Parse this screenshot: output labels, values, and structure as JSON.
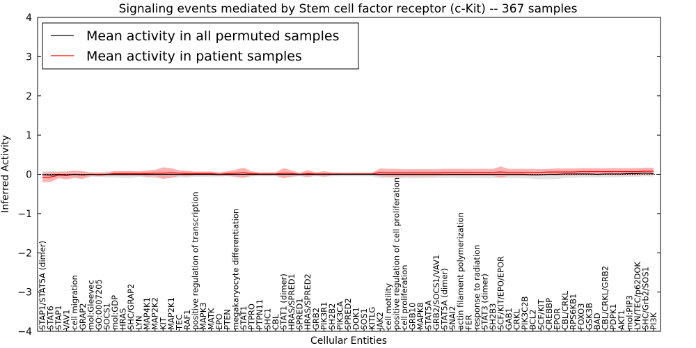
{
  "chart_data": {
    "type": "line",
    "title": "Signaling events mediated by Stem cell factor receptor (c-Kit) -- 367 samples",
    "xlabel": "Cellular Entities",
    "ylabel": "Inferred Activity",
    "ylim": [
      -4,
      4
    ],
    "yticks": [
      "4",
      "3",
      "2",
      "1",
      "0",
      "−1",
      "−2",
      "−3",
      "−4"
    ],
    "legend_position": "top-left",
    "colors": {
      "perm": "#000000",
      "patient": "#ff0000",
      "patient_band": "#ff9999",
      "perm_band": "#cccccc"
    },
    "categories": [
      "STAP1/STAT5A (dimer)",
      "STAT6",
      "STAP1",
      "VAV1",
      "cell migration",
      "GRAP2",
      "mol:Gleevec",
      "GO:0007205",
      "SOCS1",
      "mol:GDP",
      "HRAS",
      "SHC/GRAP2",
      "LYN",
      "MAP4K1",
      "MAP2K2",
      "KIT",
      "MAP2K1",
      "TEC",
      "RAF1",
      "positive regulation of transcription",
      "MAPK3",
      "MATK",
      "EPO",
      "PTEN",
      "megakaryocyte differentiation",
      "STAT1",
      "PTPRO",
      "PTPN11",
      "SHC1",
      "CBL",
      "STAT1 (dimer)",
      "HRAS/SPRED1",
      "SPRED1",
      "HRAS/SPRED2",
      "GRB2",
      "PIK3R1",
      "SH2B2",
      "PIK3CA",
      "SPRED2",
      "DOK1",
      "SOS1",
      "KITLG",
      "JAK2",
      "cell motility",
      "positive regulation of cell proliferation",
      "cell proliferation",
      "GRB10",
      "MAPK8",
      "STAT5A",
      "GRB2/SOCS1/VAV1",
      "STAT5A (dimer)",
      "SNAI2",
      "actin filament polymerization",
      "FER",
      "response to radiation",
      "STAT3 (dimer)",
      "SH2B3",
      "SCF/KIT/EPO/EPOR",
      "GAB1",
      "CRKL",
      "PIK3C2B",
      "BCL2",
      "SCF/KIT",
      "CREBBP",
      "EPOR",
      "CBL/CRKL",
      "RPS6KB1",
      "FOXO3",
      "GSK3B",
      "BAD",
      "CBL/CRKL/GRB2",
      "PDPK1",
      "AKT1",
      "mol:PIP3",
      "LYN/TEC/p62DOK",
      "SHC/Grb2/SOS1",
      "PI3K"
    ],
    "series": [
      {
        "name": "Mean activity in all permuted samples",
        "values": [
          -0.01,
          -0.02,
          0.0,
          -0.01,
          0.0,
          -0.01,
          0.0,
          -0.01,
          0.0,
          0.0,
          0.0,
          0.0,
          0.0,
          0.0,
          0.0,
          0.0,
          0.0,
          0.0,
          0.0,
          0.0,
          0.0,
          0.0,
          0.0,
          0.0,
          0.0,
          0.0,
          0.0,
          0.0,
          0.0,
          0.0,
          0.0,
          0.0,
          0.0,
          0.0,
          0.0,
          0.0,
          0.0,
          0.0,
          0.0,
          0.0,
          0.0,
          0.0,
          0.0,
          0.0,
          0.0,
          0.0,
          0.0,
          0.0,
          0.0,
          0.0,
          0.0,
          0.0,
          0.0,
          0.0,
          0.0,
          0.0,
          0.0,
          0.0,
          0.0,
          0.0,
          0.0,
          -0.01,
          -0.01,
          0.0,
          0.0,
          0.01,
          0.01,
          0.01,
          0.01,
          0.0,
          0.01,
          0.01,
          0.01,
          0.02,
          0.02,
          0.03,
          0.02
        ],
        "band": [
          0.09,
          0.1,
          0.08,
          0.09,
          0.08,
          0.08,
          0.05,
          0.05,
          0.08,
          0.08,
          0.09,
          0.09,
          0.06,
          0.08,
          0.1,
          0.1,
          0.1,
          0.08,
          0.08,
          0.06,
          0.06,
          0.06,
          0.05,
          0.05,
          0.06,
          0.08,
          0.05,
          0.05,
          0.05,
          0.05,
          0.08,
          0.06,
          0.05,
          0.06,
          0.05,
          0.06,
          0.05,
          0.05,
          0.05,
          0.05,
          0.05,
          0.05,
          0.1,
          0.09,
          0.1,
          0.1,
          0.1,
          0.1,
          0.1,
          0.09,
          0.1,
          0.09,
          0.1,
          0.1,
          0.09,
          0.1,
          0.1,
          0.1,
          0.1,
          0.1,
          0.1,
          0.1,
          0.12,
          0.12,
          0.12,
          0.1,
          0.1,
          0.09,
          0.08,
          0.08,
          0.08,
          0.08,
          0.08,
          0.08,
          0.08,
          0.08,
          0.08
        ]
      },
      {
        "name": "Mean activity in patient samples",
        "values": [
          -0.08,
          -0.07,
          -0.02,
          -0.03,
          0.0,
          -0.02,
          0.0,
          0.0,
          0.0,
          0.02,
          0.02,
          0.02,
          0.02,
          0.02,
          0.03,
          0.03,
          0.04,
          0.03,
          0.02,
          0.02,
          0.02,
          0.02,
          0.0,
          0.02,
          0.03,
          0.04,
          0.02,
          0.01,
          0.01,
          0.01,
          0.03,
          0.02,
          0.0,
          0.02,
          0.01,
          0.01,
          0.01,
          0.01,
          0.01,
          0.01,
          0.01,
          0.01,
          0.05,
          0.04,
          0.04,
          0.04,
          0.04,
          0.04,
          0.04,
          0.04,
          0.05,
          0.05,
          0.05,
          0.05,
          0.05,
          0.05,
          0.05,
          0.06,
          0.05,
          0.05,
          0.05,
          0.05,
          0.05,
          0.06,
          0.06,
          0.06,
          0.06,
          0.07,
          0.07,
          0.07,
          0.07,
          0.07,
          0.07,
          0.07,
          0.07,
          0.08,
          0.08
        ],
        "band": [
          0.12,
          0.13,
          0.08,
          0.1,
          0.09,
          0.1,
          0.05,
          0.05,
          0.04,
          0.06,
          0.06,
          0.06,
          0.06,
          0.08,
          0.08,
          0.15,
          0.12,
          0.07,
          0.07,
          0.05,
          0.05,
          0.05,
          0.05,
          0.06,
          0.09,
          0.13,
          0.06,
          0.04,
          0.04,
          0.04,
          0.13,
          0.08,
          0.04,
          0.09,
          0.04,
          0.07,
          0.04,
          0.03,
          0.03,
          0.03,
          0.03,
          0.03,
          0.1,
          0.1,
          0.1,
          0.09,
          0.09,
          0.09,
          0.09,
          0.09,
          0.09,
          0.09,
          0.09,
          0.09,
          0.09,
          0.09,
          0.09,
          0.14,
          0.09,
          0.09,
          0.09,
          0.09,
          0.08,
          0.08,
          0.09,
          0.09,
          0.09,
          0.09,
          0.09,
          0.09,
          0.09,
          0.09,
          0.09,
          0.09,
          0.09,
          0.09,
          0.09
        ]
      }
    ]
  }
}
